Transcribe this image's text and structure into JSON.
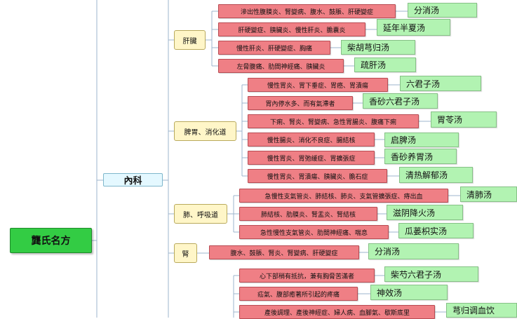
{
  "root": {
    "label": "龔氏名方"
  },
  "branch": {
    "label": "內科"
  },
  "groups": [
    {
      "label": "肝臟",
      "items": [
        {
          "disease": "滲出性腹膜炎、腎變病、腹水、鼓脹、肝硬變症",
          "rx": "分消汤"
        },
        {
          "disease": "肝硬變症、胰臟炎、慢性肝炎、膽囊炎",
          "rx": "延年半夏汤"
        },
        {
          "disease": "慢性肝炎、肝硬變症、胸痛",
          "rx": "柴胡芎归汤"
        },
        {
          "disease": "左脅腹痛、肋間神經痛、胰臟炎",
          "rx": "疏肝汤"
        }
      ]
    },
    {
      "label": "脾胃、消化道",
      "items": [
        {
          "disease": "慢性胃炎、胃下垂症、胃癌、胃潰瘍",
          "rx": "六君子汤"
        },
        {
          "disease": "胃內停水多、而有氣滯者",
          "rx": "香砂六君子汤"
        },
        {
          "disease": "下痢、腎炎、腎變病、急性胃腸炎、腹痛下痢",
          "rx": "胃苓汤"
        },
        {
          "disease": "慢性腸炎、消化不良症、腸結核",
          "rx": "启脾汤"
        },
        {
          "disease": "慢性胃炎、胃弛緩症、胃擴張症",
          "rx": "香砂养胃汤"
        },
        {
          "disease": "慢性胃炎、胃潰瘍、胰臟炎、膽石症",
          "rx": "清热解郁汤"
        }
      ]
    },
    {
      "label": "肺、呼吸道",
      "items": [
        {
          "disease": "急慢性支氣管炎、肺結核、肺炎、支氣管擴張症、痔出血",
          "rx": "清肺汤"
        },
        {
          "disease": "肺結核、肋膜炎、腎盂炎、腎結核",
          "rx": "滋阴降火汤"
        },
        {
          "disease": "急性慢性支氣管炎、肋間神經痛、喘息",
          "rx": "瓜蒌枳实汤"
        }
      ]
    },
    {
      "label": "腎",
      "items": [
        {
          "disease": "腹水、鼓脹、腎炎、腎變病、肝硬變症",
          "rx": "分消汤"
        }
      ]
    },
    {
      "label": "",
      "items": [
        {
          "disease": "心下部稍有抵抗，兼有胸脅苦滿者",
          "rx": "柴芍六君子汤"
        },
        {
          "disease": "疝氣、腹部癒著所引起的疼痛",
          "rx": "神效汤"
        },
        {
          "disease": "產後調理、產後神經症、婦人病、血腳氣、歇斯底里",
          "rx": "芎归调血饮"
        }
      ]
    }
  ]
}
